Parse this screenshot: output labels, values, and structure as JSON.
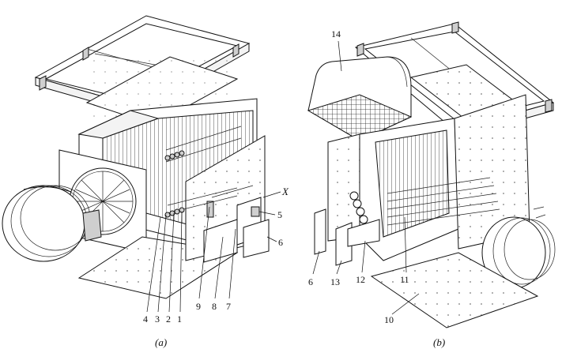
{
  "diagram": {
    "panel_a": {
      "caption": "(a)",
      "part_labels": [
        "X",
        "5",
        "6",
        "4",
        "3",
        "2",
        "1",
        "9",
        "8",
        "7"
      ]
    },
    "panel_b": {
      "caption": "(b)",
      "part_labels": [
        "14",
        "6",
        "13",
        "12",
        "11",
        "10"
      ]
    }
  }
}
